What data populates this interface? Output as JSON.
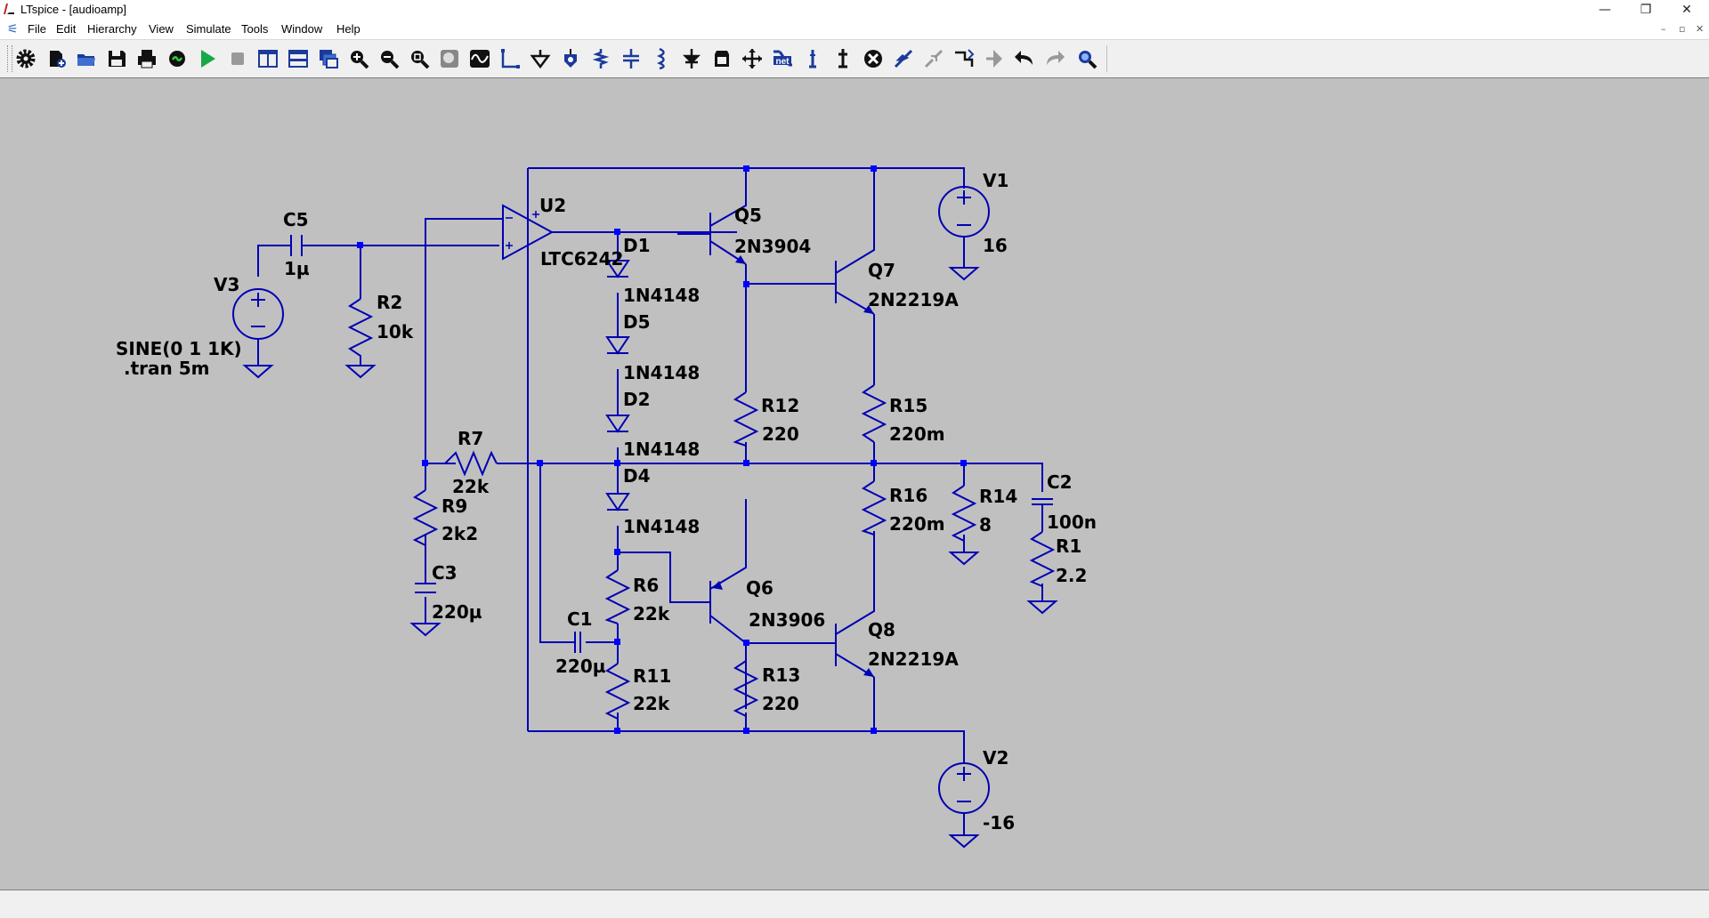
{
  "window": {
    "title": "LTspice - [audioamp]",
    "minimize": "—",
    "maximize": "❐",
    "close": "✕"
  },
  "menu": {
    "items": [
      "File",
      "Edit",
      "Hierarchy",
      "View",
      "Simulate",
      "Tools",
      "Window",
      "Help"
    ],
    "mdi": {
      "minimize": "–",
      "restore": "▫",
      "close": "✕"
    }
  },
  "toolbar": {
    "buttons": [
      "settings",
      "new-schematic",
      "open",
      "save",
      "print",
      "control-panel",
      "run",
      "halt",
      "tile-vertical",
      "tile-horizontal",
      "cascade",
      "zoom-in",
      "zoom-out",
      "zoom-fit",
      "zoom-back",
      "waveform",
      "wire",
      "ground",
      "label-net",
      "resistor",
      "capacitor",
      "inductor",
      "diode",
      "component",
      "move",
      "drag",
      "undo-net",
      "net-label",
      "text",
      "spice-directive",
      "delete",
      "duplicate",
      "rotate",
      "mirror",
      "paste",
      "redo-arrow",
      "undo",
      "redo",
      "find"
    ],
    "accent": "#1a3a9c"
  },
  "schematic": {
    "wire_color": "#0000b4",
    "junction_color": "#0000ff",
    "components": {
      "u2": {
        "ref": "U2",
        "value": "LTC6242"
      },
      "c5": {
        "ref": "C5",
        "value": "1µ"
      },
      "v3": {
        "ref": "V3",
        "value": "SINE(0 1 1K)"
      },
      "tran": {
        "directive": ".tran 5m"
      },
      "r2": {
        "ref": "R2",
        "value": "10k"
      },
      "r7": {
        "ref": "R7",
        "value": "22k"
      },
      "r9": {
        "ref": "R9",
        "value": "2k2"
      },
      "c3": {
        "ref": "C3",
        "value": "220µ"
      },
      "c1": {
        "ref": "C1",
        "value": "220µ"
      },
      "d1": {
        "ref": "D1",
        "value": "1N4148"
      },
      "d5": {
        "ref": "D5",
        "value": "1N4148"
      },
      "d2": {
        "ref": "D2",
        "value": "1N4148"
      },
      "d4": {
        "ref": "D4",
        "value": "1N4148"
      },
      "r6": {
        "ref": "R6",
        "value": "22k"
      },
      "r11": {
        "ref": "R11",
        "value": "22k"
      },
      "q5": {
        "ref": "Q5",
        "value": "2N3904"
      },
      "q6": {
        "ref": "Q6",
        "value": "2N3906"
      },
      "q7": {
        "ref": "Q7",
        "value": "2N2219A"
      },
      "q8": {
        "ref": "Q8",
        "value": "2N2219A"
      },
      "r12": {
        "ref": "R12",
        "value": "220"
      },
      "r13": {
        "ref": "R13",
        "value": "220"
      },
      "r15": {
        "ref": "R15",
        "value": "220m"
      },
      "r16": {
        "ref": "R16",
        "value": "220m"
      },
      "r14": {
        "ref": "R14",
        "value": "8"
      },
      "c2": {
        "ref": "C2",
        "value": "100n"
      },
      "r1": {
        "ref": "R1",
        "value": "2.2"
      },
      "v1": {
        "ref": "V1",
        "value": "16"
      },
      "v2": {
        "ref": "V2",
        "value": "-16"
      }
    }
  }
}
